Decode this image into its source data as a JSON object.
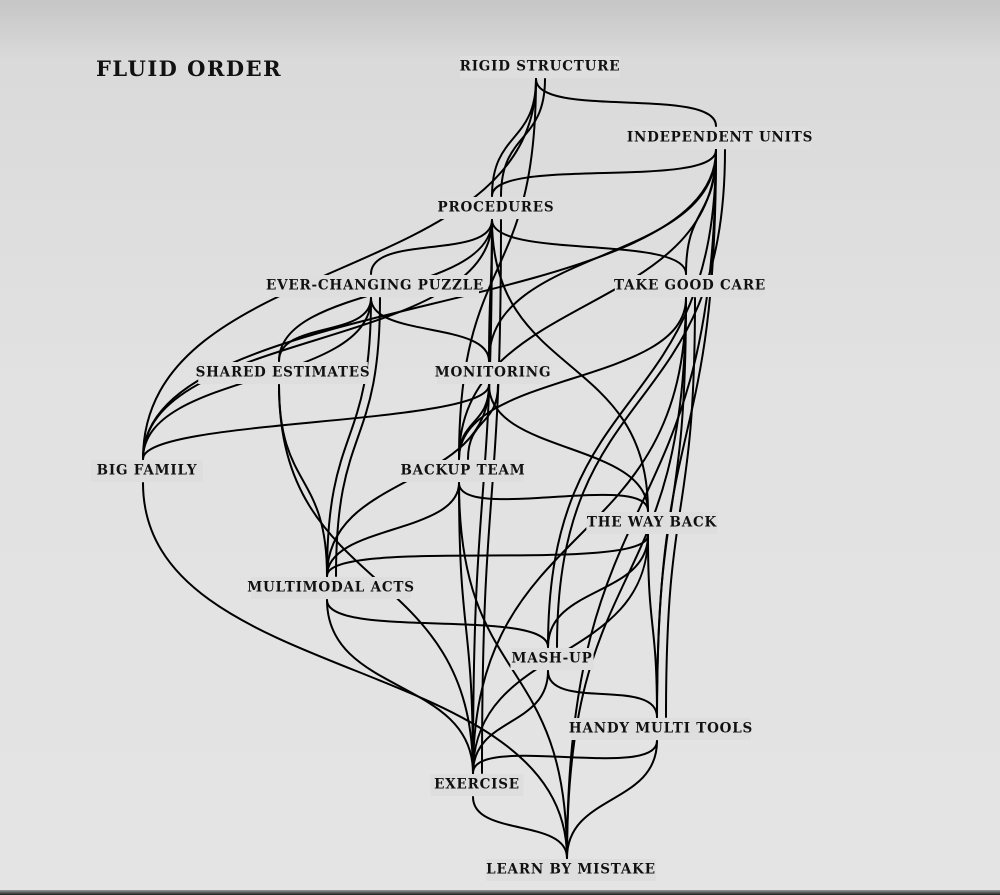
{
  "title": "FLUID ORDER",
  "nodes": [
    {
      "id": "rigid",
      "label": "RIGID STRUCTURE"
    },
    {
      "id": "independent",
      "label": "INDEPENDENT UNITS"
    },
    {
      "id": "procedures",
      "label": "PROCEDURES"
    },
    {
      "id": "puzzle",
      "label": "EVER-CHANGING PUZZLE"
    },
    {
      "id": "care",
      "label": "TAKE GOOD CARE"
    },
    {
      "id": "estimates",
      "label": "SHARED ESTIMATES"
    },
    {
      "id": "monitoring",
      "label": "MONITORING"
    },
    {
      "id": "family",
      "label": "BIG FAMILY"
    },
    {
      "id": "backup",
      "label": "BACKUP TEAM"
    },
    {
      "id": "wayback",
      "label": "THE WAY BACK"
    },
    {
      "id": "multimodal",
      "label": "MULTIMODAL ACTS"
    },
    {
      "id": "mashup",
      "label": "MASH-UP"
    },
    {
      "id": "tools",
      "label": "HANDY MULTI TOOLS"
    },
    {
      "id": "exercise",
      "label": "EXERCISE"
    },
    {
      "id": "learn",
      "label": "LEARN BY MISTAKE"
    }
  ],
  "edges": [
    [
      "rigid",
      "independent"
    ],
    [
      "rigid",
      "procedures"
    ],
    [
      "rigid",
      "procedures"
    ],
    [
      "rigid",
      "backup"
    ],
    [
      "rigid",
      "family"
    ],
    [
      "independent",
      "procedures"
    ],
    [
      "independent",
      "family"
    ],
    [
      "independent",
      "monitoring"
    ],
    [
      "independent",
      "backup"
    ],
    [
      "independent",
      "care"
    ],
    [
      "independent",
      "mashup"
    ],
    [
      "independent",
      "mashup"
    ],
    [
      "independent",
      "tools"
    ],
    [
      "independent",
      "learn"
    ],
    [
      "procedures",
      "puzzle"
    ],
    [
      "procedures",
      "estimates"
    ],
    [
      "procedures",
      "monitoring"
    ],
    [
      "procedures",
      "care"
    ],
    [
      "procedures",
      "wayback"
    ],
    [
      "procedures",
      "family"
    ],
    [
      "procedures",
      "exercise"
    ],
    [
      "procedures",
      "exercise"
    ],
    [
      "puzzle",
      "estimates"
    ],
    [
      "puzzle",
      "monitoring"
    ],
    [
      "puzzle",
      "multimodal"
    ],
    [
      "puzzle",
      "multimodal"
    ],
    [
      "puzzle",
      "family"
    ],
    [
      "care",
      "backup"
    ],
    [
      "care",
      "exercise"
    ],
    [
      "care",
      "tools"
    ],
    [
      "care",
      "tools"
    ],
    [
      "care",
      "learn"
    ],
    [
      "estimates",
      "multimodal"
    ],
    [
      "estimates",
      "exercise"
    ],
    [
      "monitoring",
      "family"
    ],
    [
      "monitoring",
      "backup"
    ],
    [
      "monitoring",
      "backup"
    ],
    [
      "monitoring",
      "wayback"
    ],
    [
      "monitoring",
      "multimodal"
    ],
    [
      "backup",
      "wayback"
    ],
    [
      "backup",
      "multimodal"
    ],
    [
      "backup",
      "exercise"
    ],
    [
      "backup",
      "learn"
    ],
    [
      "wayback",
      "multimodal"
    ],
    [
      "wayback",
      "mashup"
    ],
    [
      "wayback",
      "tools"
    ],
    [
      "wayback",
      "exercise"
    ],
    [
      "multimodal",
      "mashup"
    ],
    [
      "multimodal",
      "exercise"
    ],
    [
      "mashup",
      "tools"
    ],
    [
      "mashup",
      "exercise"
    ],
    [
      "tools",
      "exercise"
    ],
    [
      "tools",
      "learn"
    ],
    [
      "exercise",
      "learn"
    ],
    [
      "family",
      "learn"
    ]
  ]
}
